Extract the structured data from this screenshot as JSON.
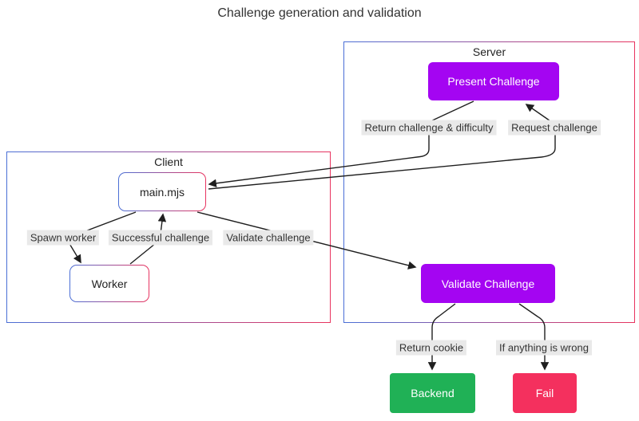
{
  "title": "Challenge generation and validation",
  "colors": {
    "node-purple": "#a405f2",
    "node-green": "#20b156",
    "node-pink": "#f4305e",
    "border-blue": "#4a6fd6",
    "border-pink": "#e8335f",
    "edge-line": "#1f1f1f",
    "label-bg": "#e9e9e9",
    "text-dark": "#333333",
    "text-light": "#ffffff"
  },
  "containers": {
    "server": {
      "label": "Server"
    },
    "client": {
      "label": "Client"
    }
  },
  "nodes": {
    "present_challenge": {
      "label": "Present Challenge"
    },
    "main_mjs": {
      "label": "main.mjs"
    },
    "worker": {
      "label": "Worker"
    },
    "validate_challenge": {
      "label": "Validate Challenge"
    },
    "backend": {
      "label": "Backend"
    },
    "fail": {
      "label": "Fail"
    }
  },
  "edges": {
    "return_challenge": {
      "label": "Return challenge & difficulty"
    },
    "request_challenge": {
      "label": "Request challenge"
    },
    "spawn_worker": {
      "label": "Spawn worker"
    },
    "successful_challenge": {
      "label": "Successful challenge"
    },
    "validate_challenge": {
      "label": "Validate challenge"
    },
    "return_cookie": {
      "label": "Return cookie"
    },
    "if_wrong": {
      "label": "If anything is wrong"
    }
  }
}
